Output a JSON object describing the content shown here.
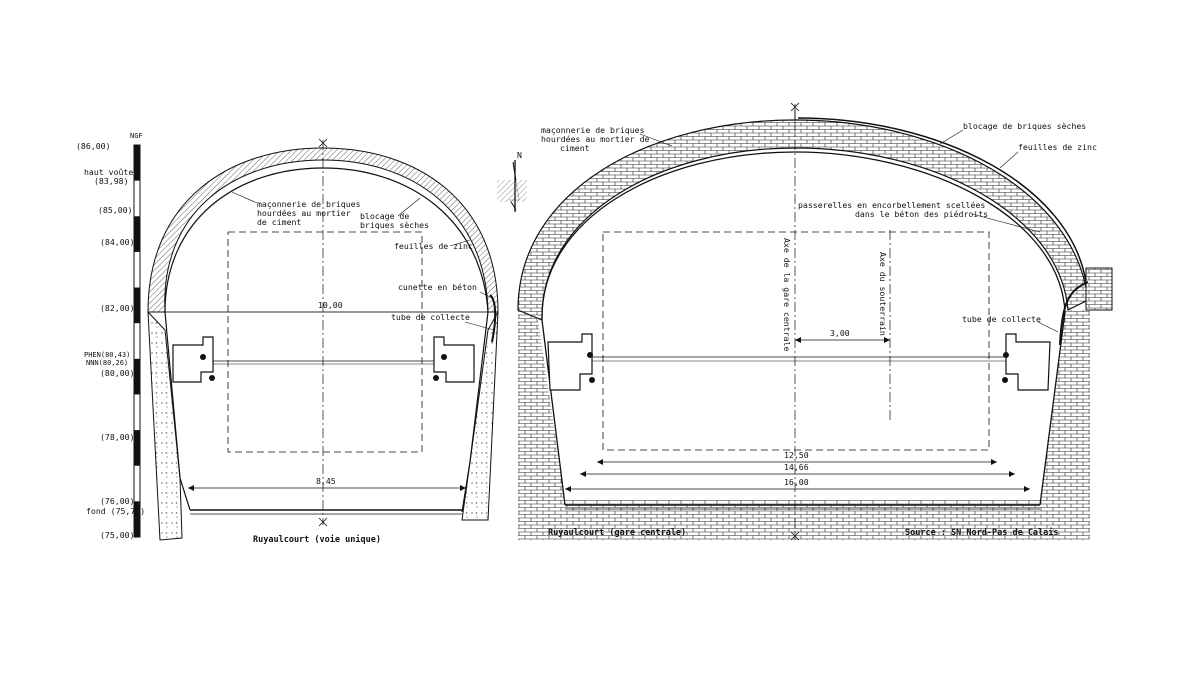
{
  "scale": {
    "unit": "NGF",
    "levels": [
      {
        "label": "(86,00)",
        "value": 86.0
      },
      {
        "label": "haut voûte",
        "value": null
      },
      {
        "label": "(83,98)",
        "value": 83.98
      },
      {
        "label": "(85,00)",
        "value": 85.0
      },
      {
        "label": "(84,00)",
        "value": 84.0
      },
      {
        "label": "(82,00)",
        "value": 82.0
      },
      {
        "label": "PHEN(80,43)",
        "value": 80.43
      },
      {
        "label": "NNN(80,26)",
        "value": 80.26
      },
      {
        "label": "(80,00)",
        "value": 80.0
      },
      {
        "label": "(78,00)",
        "value": 78.0
      },
      {
        "label": "(76,00)",
        "value": 76.0
      },
      {
        "label": "fond (75,72)",
        "value": 75.72
      },
      {
        "label": "(75,00)",
        "value": 75.0
      }
    ]
  },
  "left_section": {
    "caption": "Ruyaulcourt (voie unique)",
    "labels": {
      "masonry_1": "maçonnerie de briques",
      "masonry_2": "hourdées au mortier",
      "masonry_3": "de ciment",
      "blocage_1": "blocage de",
      "blocage_2": "briques sèches",
      "zinc": "feuilles de zinc",
      "cunette": "cunette en béton",
      "tube": "tube de collecte"
    },
    "dimensions": {
      "width_top": "10,00",
      "width_bottom": "8,45"
    }
  },
  "right_section": {
    "caption": "Ruyaulcourt (gare centrale)",
    "labels": {
      "masonry_1": "maçonnerie de briques",
      "masonry_2": "hourdées au mortier de",
      "masonry_3": "ciment",
      "blocage": "blocage de briques sèches",
      "zinc": "feuilles de zinc",
      "passerelles_1": "passerelles en encorbellement scellées",
      "passerelles_2": "dans le béton des piédroits",
      "axis_gare": "Axe de la gare centrale",
      "axis_sout": "Axe du souterrain",
      "tube": "tube de collecte"
    },
    "dimensions": {
      "offset": "3,00",
      "d1": "12,50",
      "d2": "14,66",
      "d3": "16,00"
    }
  },
  "north_label": "N",
  "source": "Source : SN Nord-Pas de Calais"
}
